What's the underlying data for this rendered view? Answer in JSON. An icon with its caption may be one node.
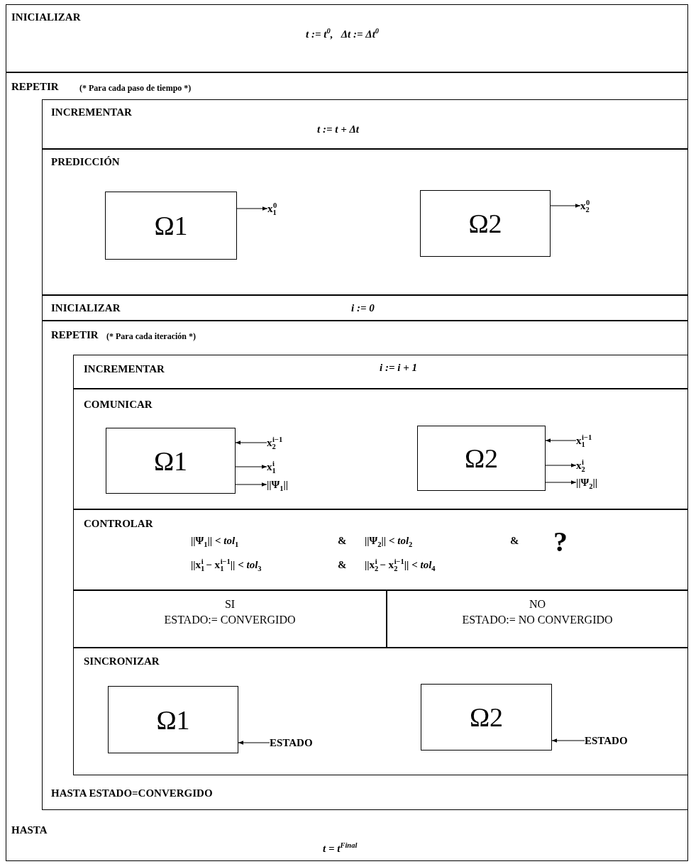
{
  "diagram": {
    "nodes": [
      {
        "text": [
          "INICIALIZAR",
          "t := t$^{0}$,   Δt := Δt$^{0}$"
        ]
      },
      {
        "text": [
          "REPETIR",
          "(* Para cada paso de tiempo *)",
          "HASTA",
          "t = t$^{Final}$"
        ]
      },
      {
        "text": [
          "INCREMENTAR",
          "t := t + Δt"
        ],
        "in": 1
      },
      {
        "text": [
          "PREDICCIÓN"
        ],
        "in": 1
      },
      {
        "text": [
          "Ω1"
        ],
        "in": 3
      },
      {
        "text": [
          "x$_{1}$$^{0}$"
        ],
        "in": 3
      },
      {
        "text": [
          "Ω2"
        ],
        "in": 3
      },
      {
        "text": [
          "x$_{2}$$^{0}$"
        ],
        "in": 3
      },
      {
        "text": [
          "INICIALIZAR",
          "i := 0"
        ],
        "in": 1
      },
      {
        "text": [
          "REPETIR",
          "(* Para cada iteración *)",
          "HASTA ESTADO=CONVERGIDO"
        ],
        "in": 1
      },
      {
        "text": [
          "INCREMENTAR",
          "i := i + 1"
        ],
        "in": 9
      },
      {
        "text": [
          "COMUNICAR"
        ],
        "in": 9
      },
      {
        "text": [
          "Ω1"
        ],
        "in": 11
      },
      {
        "text": [
          "x$_{2}$$^{i−1}$"
        ],
        "in": 11
      },
      {
        "text": [
          "x$_{1}$$^{i}$"
        ],
        "in": 11
      },
      {
        "text": [
          "||Ψ$_{1}$||"
        ],
        "in": 11
      },
      {
        "text": [
          "Ω2"
        ],
        "in": 11
      },
      {
        "text": [
          "x$_{1}$$^{i−1}$"
        ],
        "in": 11
      },
      {
        "text": [
          "x$_{2}$$^{i}$"
        ],
        "in": 11
      },
      {
        "text": [
          "||Ψ$_{2}$||"
        ],
        "in": 11
      },
      {
        "text": [
          "CONTROLAR",
          "||Ψ$_{1}$|| < *tol*$_{1}$",
          "&",
          "||Ψ$_{2}$|| < *tol*$_{2}$",
          "&",
          "?",
          "||x$_{1}$$^{i}$ − x$_{1}$$^{i−1}$|| < *tol*$_{3}$",
          "&",
          "||x$_{2}$$^{i}$ − x$_{2}$$^{i−1}$|| < *tol*$_{4}$"
        ],
        "in": 9
      },
      {
        "text": [
          "SI",
          "ESTADO:= CONVERGIDO"
        ],
        "in": 9
      },
      {
        "text": [
          "NO",
          "ESTADO:= NO CONVERGIDO"
        ],
        "in": 9
      },
      {
        "text": [
          "SINCRONIZAR"
        ],
        "in": 9
      },
      {
        "text": [
          "Ω1"
        ],
        "in": 23
      },
      {
        "text": [
          "ESTADO"
        ],
        "in": 23
      },
      {
        "text": [
          "Ω2"
        ],
        "in": 23
      },
      {
        "text": [
          "ESTADO"
        ],
        "in": 23
      }
    ],
    "edges": [
      {
        "from": 4,
        "to": 5,
        "arrow": "to"
      },
      {
        "from": 6,
        "to": 7,
        "arrow": "to"
      },
      {
        "from": 13,
        "to": 12,
        "arrow": "to"
      },
      {
        "from": 12,
        "to": 14,
        "arrow": "to"
      },
      {
        "from": 12,
        "to": 15,
        "arrow": "to"
      },
      {
        "from": 17,
        "to": 16,
        "arrow": "to"
      },
      {
        "from": 16,
        "to": 18,
        "arrow": "to"
      },
      {
        "from": 16,
        "to": 19,
        "arrow": "to"
      },
      {
        "from": 25,
        "to": 24,
        "arrow": "to"
      },
      {
        "from": 27,
        "to": 26,
        "arrow": "to"
      }
    ]
  }
}
